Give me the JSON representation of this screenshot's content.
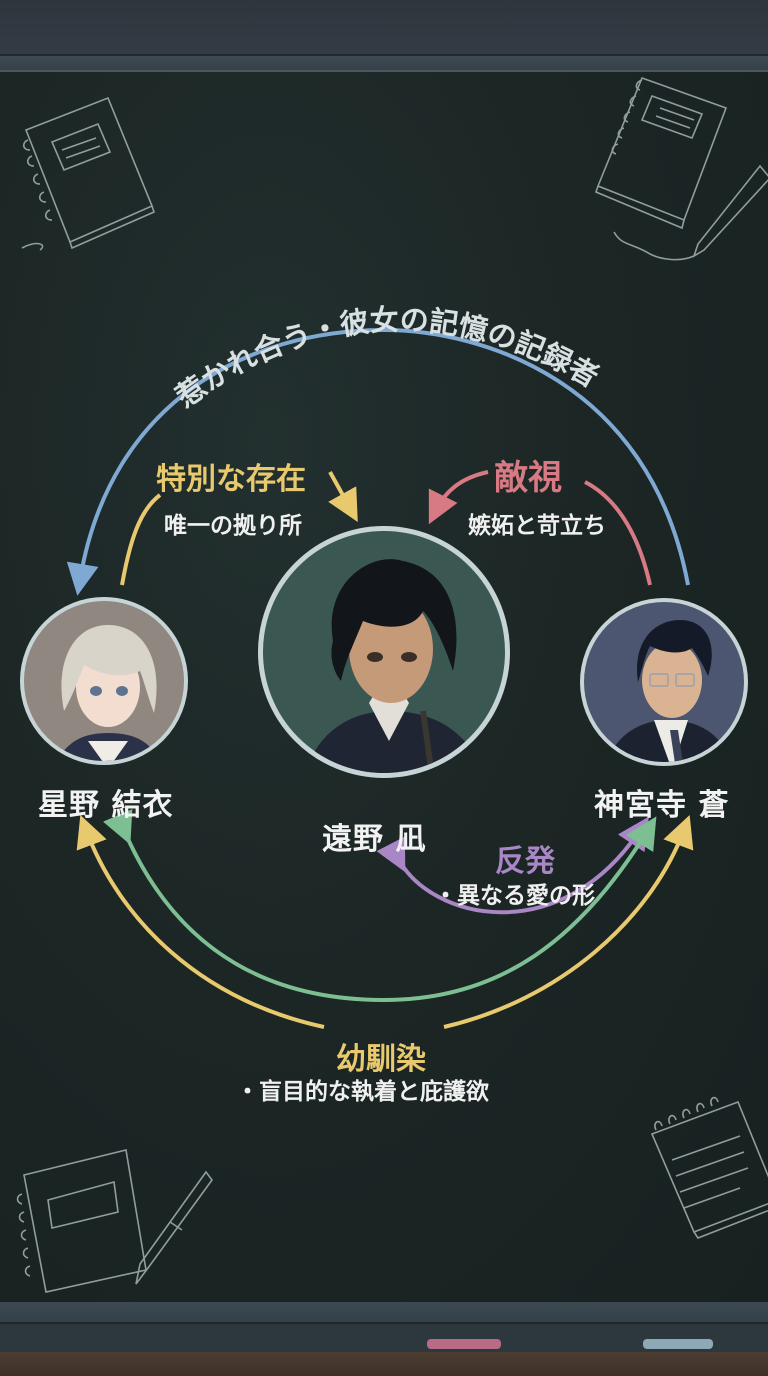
{
  "diagram": {
    "type": "character-relationship-chart",
    "background": "chalkboard",
    "colors": {
      "blue": "#7fa9d3",
      "yellow": "#e8c96e",
      "red": "#d77a84",
      "purple": "#a986c5",
      "green": "#7dbf93",
      "text": "#f0f0f0",
      "board": "#1c2625"
    }
  },
  "characters": {
    "center": {
      "name": "遠野 凪",
      "portrait": "dark-haired-boy-portrait"
    },
    "left": {
      "name": "星野 結衣",
      "portrait": "silver-haired-girl-portrait"
    },
    "right": {
      "name": "神宮寺 蒼",
      "portrait": "boy-with-glasses-portrait"
    }
  },
  "relations": {
    "top_arc": {
      "label": "惹かれ合う・彼女の記憶の記録者",
      "from": "神宮寺 蒼",
      "to": "星野 結衣",
      "color": "blue"
    },
    "left_to_center": {
      "title": "特別な存在",
      "subtitle": "唯一の拠り所",
      "from": "星野 結衣",
      "to": "遠野 凪",
      "color": "yellow"
    },
    "right_to_center": {
      "title": "敵視",
      "subtitle": "嫉妬と苛立ち",
      "from": "神宮寺 蒼",
      "to": "遠野 凪",
      "color": "red"
    },
    "rivalry": {
      "title": "反発",
      "subtitle": "・異なる愛の形",
      "between": [
        "遠野 凪",
        "神宮寺 蒼"
      ],
      "color": "purple"
    },
    "childhood_friends": {
      "title": "幼馴染",
      "subtitle": "・盲目的な執着と庇護欲",
      "between": [
        "星野 結衣",
        "神宮寺 蒼"
      ],
      "colors": [
        "yellow",
        "green"
      ]
    }
  },
  "decorations": {
    "top_left": "notebook-sketch",
    "top_right": "notebook-and-pen-sketch",
    "bottom_left": "notebook-and-pen-sketch",
    "bottom_right": "notepad-sketch",
    "chalk_pieces": [
      "pink-chalk",
      "blue-chalk"
    ]
  }
}
